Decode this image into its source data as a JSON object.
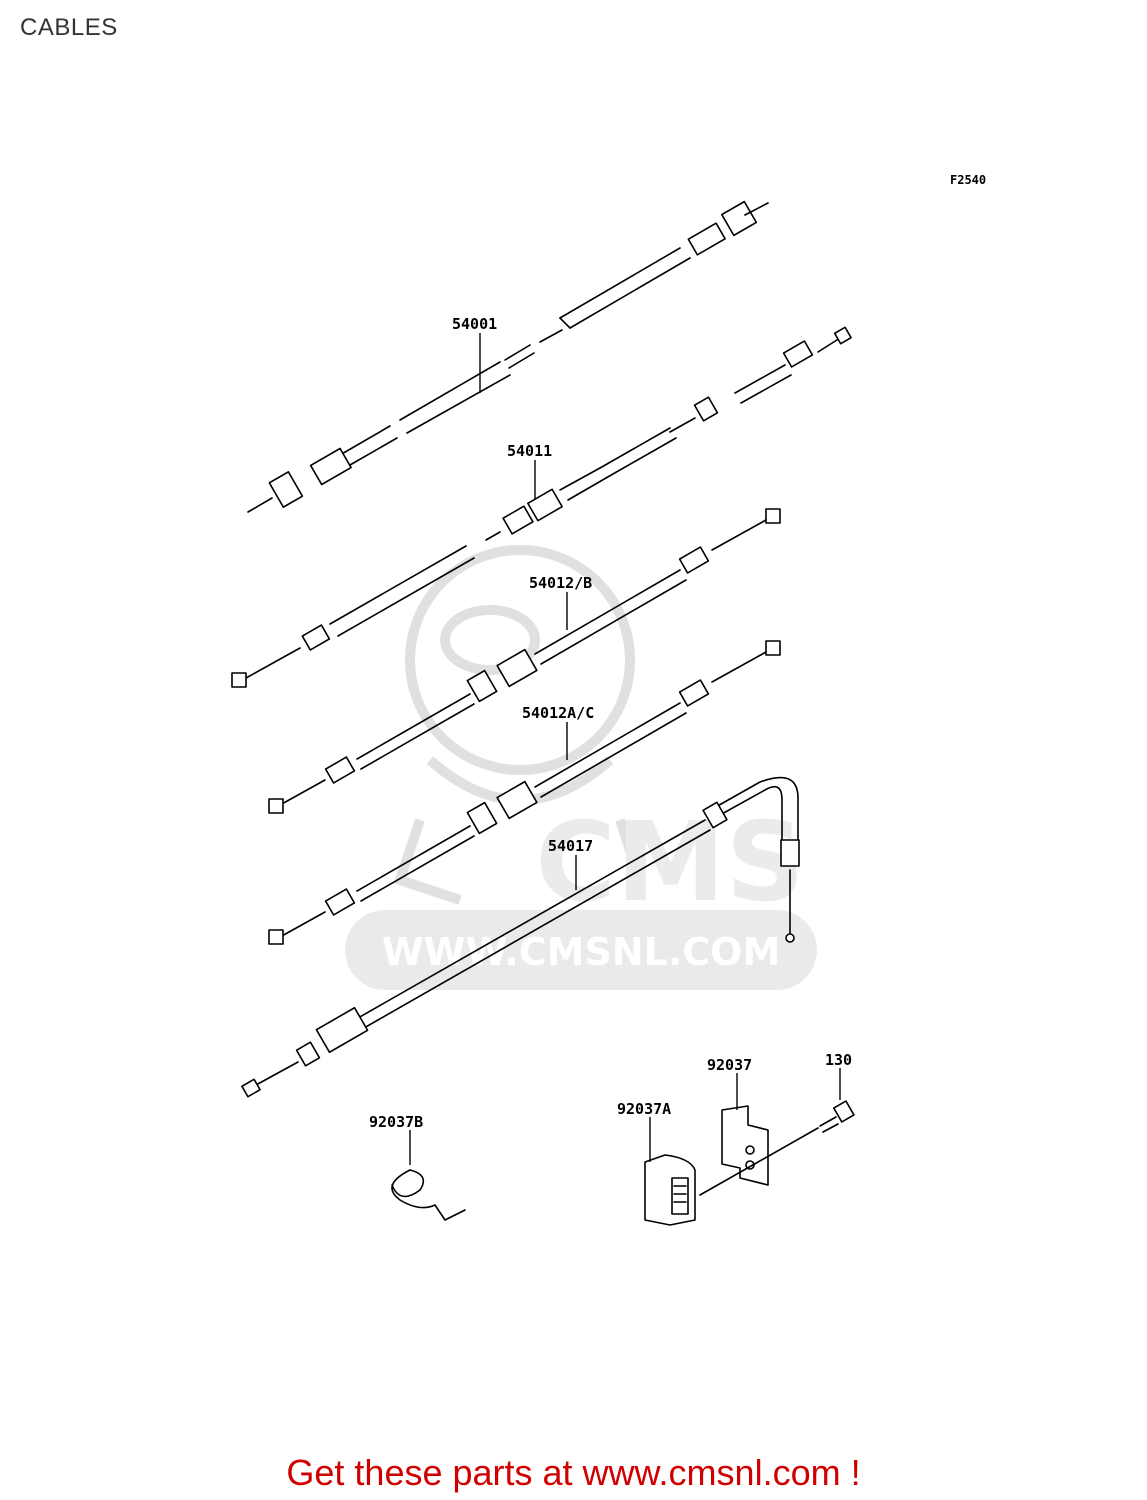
{
  "page": {
    "title": "CABLES"
  },
  "figure": {
    "code": "F2540"
  },
  "parts": [
    {
      "id": "54001",
      "label": "54001"
    },
    {
      "id": "54011",
      "label": "54011"
    },
    {
      "id": "54012B",
      "label": "54012/B"
    },
    {
      "id": "54012AC",
      "label": "54012A/C"
    },
    {
      "id": "54017",
      "label": "54017"
    },
    {
      "id": "92037",
      "label": "92037"
    },
    {
      "id": "92037A",
      "label": "92037A"
    },
    {
      "id": "92037B",
      "label": "92037B"
    },
    {
      "id": "130",
      "label": "130"
    }
  ],
  "watermark": {
    "brand": "CMS",
    "url": "WWW.CMSNL.COM"
  },
  "promo": {
    "text": "Get these parts at www.cmsnl.com !",
    "color": "#d10000"
  }
}
